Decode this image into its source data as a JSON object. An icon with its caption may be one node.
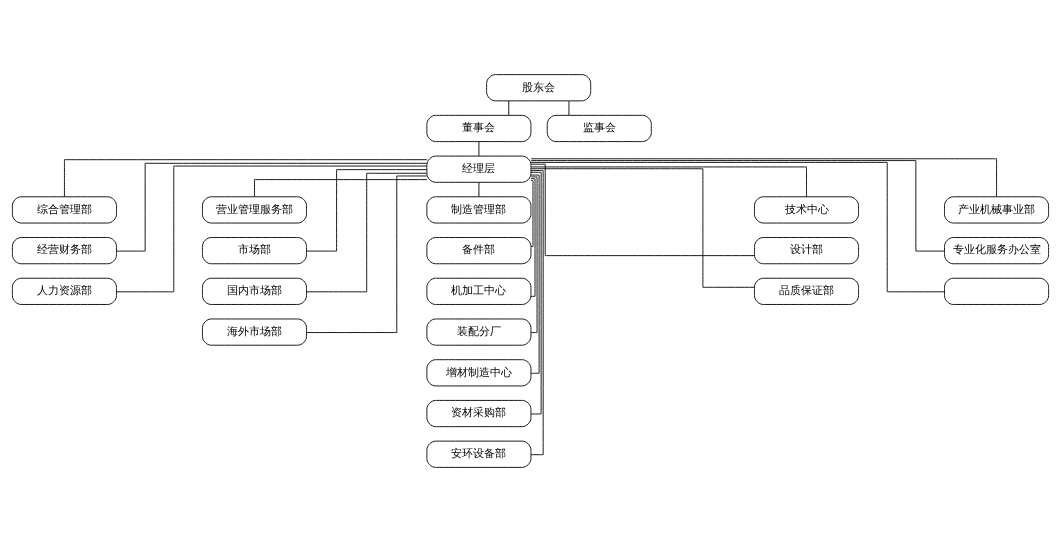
{
  "diagram": {
    "nodes": [
      {
        "text": [
          "股东会"
        ]
      },
      {
        "text": [
          "董事会"
        ]
      },
      {
        "text": [
          "监事会"
        ]
      },
      {
        "text": [
          "经理层"
        ]
      },
      {
        "text": [
          "综合管理部"
        ]
      },
      {
        "text": [
          "经营财务部"
        ]
      },
      {
        "text": [
          "人力资源部"
        ]
      },
      {
        "text": [
          "营业管理服务部"
        ]
      },
      {
        "text": [
          "市场部"
        ]
      },
      {
        "text": [
          "国内市场部"
        ]
      },
      {
        "text": [
          "海外市场部"
        ]
      },
      {
        "text": [
          "制造管理部"
        ]
      },
      {
        "text": [
          "备件部"
        ]
      },
      {
        "text": [
          "机加工中心"
        ]
      },
      {
        "text": [
          "装配分厂"
        ]
      },
      {
        "text": [
          "增材制造中心"
        ]
      },
      {
        "text": [
          "资材采购部"
        ]
      },
      {
        "text": [
          "安环设备部"
        ]
      },
      {
        "text": [
          "技术中心"
        ]
      },
      {
        "text": [
          "设计部"
        ]
      },
      {
        "text": [
          "品质保证部"
        ]
      },
      {
        "text": [
          "产业机械事业部"
        ]
      },
      {
        "text": [
          "专业化服务办公室"
        ]
      },
      {
        "text": [],
        "shape": "box"
      }
    ],
    "edges": [
      {
        "from": 0,
        "to": 1,
        "arrow": "none"
      },
      {
        "from": 0,
        "to": 2,
        "arrow": "none"
      },
      {
        "from": 1,
        "to": 3,
        "arrow": "none"
      },
      {
        "from": 3,
        "to": 4,
        "arrow": "none"
      },
      {
        "from": 3,
        "to": 5,
        "arrow": "none"
      },
      {
        "from": 3,
        "to": 6,
        "arrow": "none"
      },
      {
        "from": 3,
        "to": 7,
        "arrow": "none"
      },
      {
        "from": 3,
        "to": 8,
        "arrow": "none"
      },
      {
        "from": 3,
        "to": 9,
        "arrow": "none"
      },
      {
        "from": 3,
        "to": 10,
        "arrow": "none"
      },
      {
        "from": 3,
        "to": 11,
        "arrow": "none"
      },
      {
        "from": 3,
        "to": 12,
        "arrow": "none"
      },
      {
        "from": 3,
        "to": 13,
        "arrow": "none"
      },
      {
        "from": 3,
        "to": 14,
        "arrow": "none"
      },
      {
        "from": 3,
        "to": 15,
        "arrow": "none"
      },
      {
        "from": 3,
        "to": 16,
        "arrow": "none"
      },
      {
        "from": 3,
        "to": 17,
        "arrow": "none"
      },
      {
        "from": 3,
        "to": 18,
        "arrow": "none"
      },
      {
        "from": 3,
        "to": 19,
        "arrow": "none"
      },
      {
        "from": 3,
        "to": 20,
        "arrow": "none"
      },
      {
        "from": 3,
        "to": 21,
        "arrow": "none"
      },
      {
        "from": 3,
        "to": 22,
        "arrow": "none"
      },
      {
        "from": 3,
        "to": 23,
        "arrow": "none"
      }
    ]
  }
}
